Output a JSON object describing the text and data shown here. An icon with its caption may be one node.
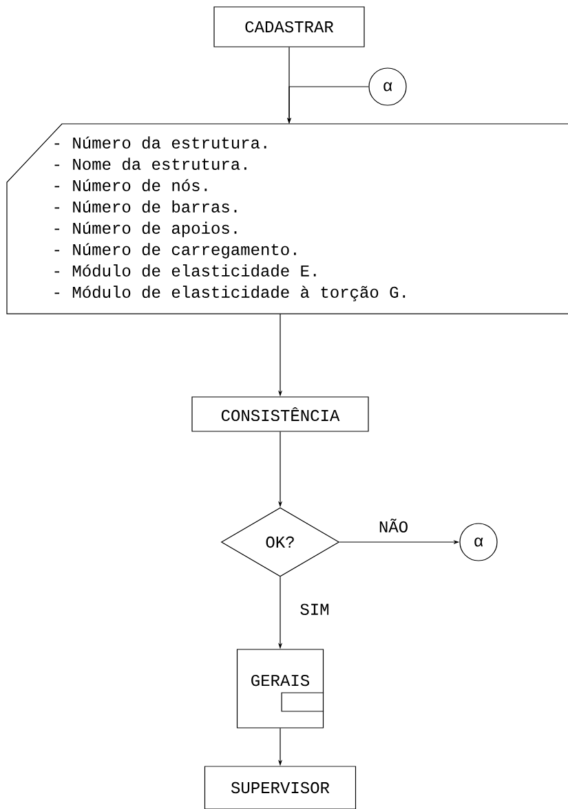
{
  "diagram": {
    "nodes": [
      {
        "text": [
          "CADASTRAR"
        ]
      },
      {
        "text": [
          "α"
        ]
      },
      {
        "text": [
          "- Número da estrutura.",
          "- Nome da estrutura.",
          "- Número de nós.",
          "- Número de barras.",
          "- Número de apoios.",
          "- Número de carregamento.",
          "- Módulo de elasticidade E.",
          "- Módulo de elasticidade à torção G."
        ]
      },
      {
        "text": [
          "CONSISTÊNCIA"
        ]
      },
      {
        "text": [
          "OK?"
        ]
      },
      {
        "text": [
          "α"
        ]
      },
      {
        "text": [
          "GERAIS"
        ]
      },
      {
        "text": [
          "SUPERVISOR"
        ]
      }
    ],
    "edges": [
      {
        "from": 0,
        "to": 2,
        "arrow": "to"
      },
      {
        "from": 1,
        "to": 2,
        "arrow": "to"
      },
      {
        "from": 2,
        "to": 3,
        "arrow": "to"
      },
      {
        "from": 3,
        "to": 4,
        "arrow": "to"
      },
      {
        "from": 4,
        "to": 5,
        "arrow": "to",
        "label": "NÃO"
      },
      {
        "from": 4,
        "to": 6,
        "arrow": "to",
        "label": "SIM"
      },
      {
        "from": 6,
        "to": 7,
        "arrow": "to"
      }
    ]
  }
}
